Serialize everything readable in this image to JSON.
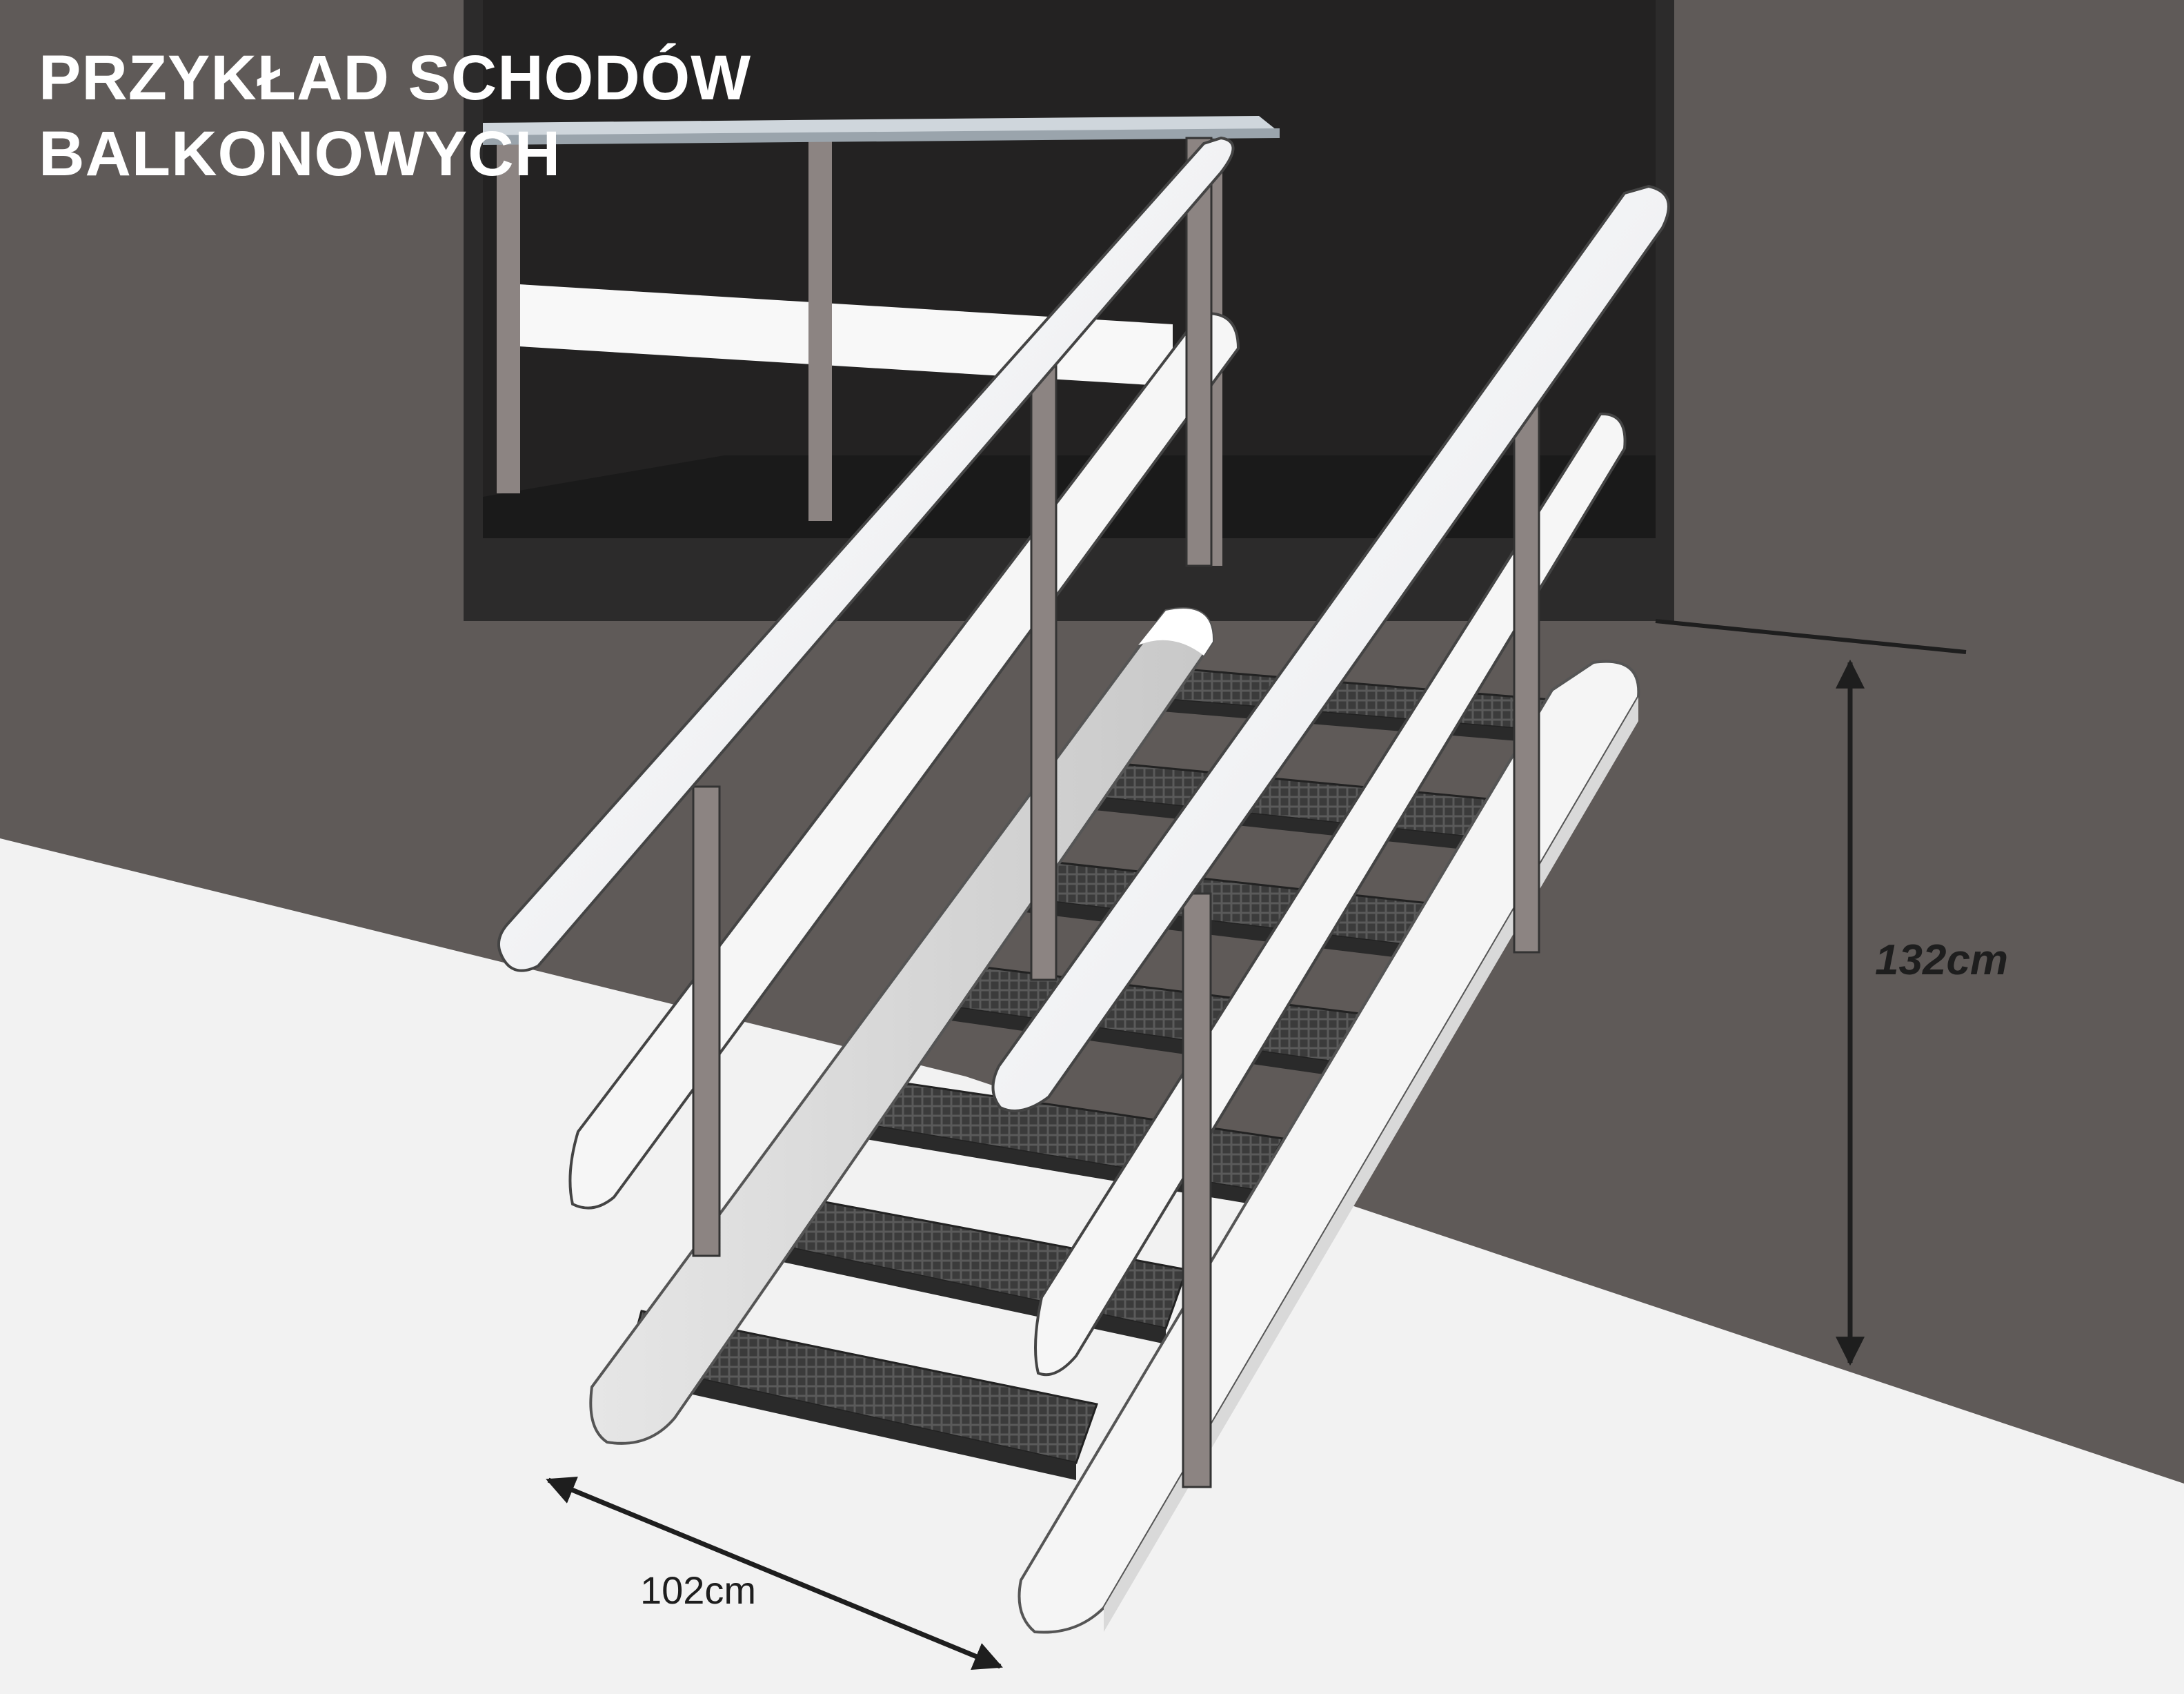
{
  "title": {
    "line1": "PRZYKŁAD SCHODÓW",
    "line2": "BALKONOWYCH"
  },
  "dimensions": {
    "height_label": "132cm",
    "width_label": "102cm"
  },
  "colors": {
    "wall": "#5f5a58",
    "floor": "#f2f2f2",
    "opening": "#2c2b2b",
    "stringer": "#f4f4f4",
    "tread": "#3a3a3a",
    "post": "#8c8482",
    "arrow": "#1e1e1e",
    "title_text": "#ffffff"
  }
}
